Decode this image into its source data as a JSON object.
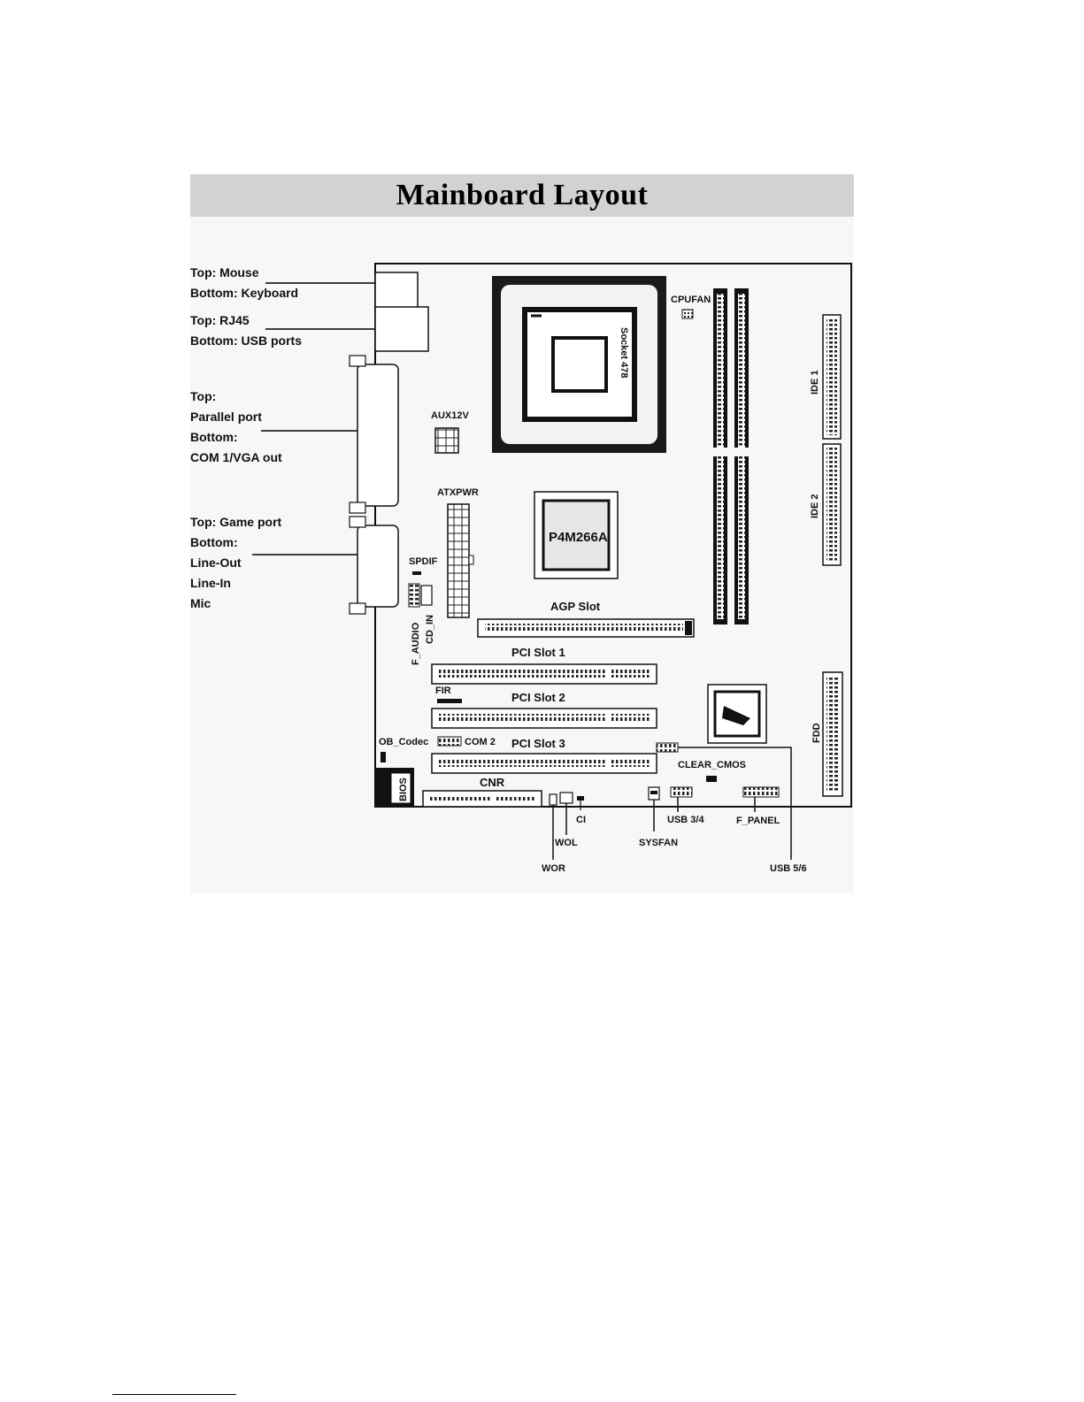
{
  "title": "Mainboard Layout",
  "left_labels": {
    "mouse_kb": [
      "Top: Mouse",
      "Bottom: Keyboard"
    ],
    "rj45_usb": [
      "Top: RJ45",
      "Bottom:  USB ports"
    ],
    "parallel": [
      "Top:",
      "Parallel port",
      "Bottom:",
      "COM 1/VGA out"
    ],
    "game": [
      "Top:  Game port",
      "Bottom:",
      "Line-Out",
      "Line-In",
      "Mic"
    ]
  },
  "board_labels": {
    "cpufan": "CPUFAN",
    "socket": "Socket 478",
    "aux12v": "AUX12V",
    "atxpwr": "ATXPWR",
    "ide1": "IDE 1",
    "ide2": "IDE 2",
    "chip": "P4M266A",
    "spdif": "SPDIF",
    "agp": "AGP Slot",
    "f_audio": "F_AUDIO",
    "cd_in": "CD_IN",
    "pci1": "PCI Slot 1",
    "fir": "FIR",
    "pci2": "PCI Slot 2",
    "fdd": "FDD",
    "ob_codec": "OB_Codec",
    "com2": "COM 2",
    "pci3": "PCI Slot 3",
    "clear_cmos": "CLEAR_CMOS",
    "cnr": "CNR",
    "bios": "BIOS",
    "ci": "CI",
    "usb34": "USB  3/4",
    "f_panel": "F_PANEL",
    "sysfan": "SYSFAN",
    "wol": "WOL",
    "wor": "WOR",
    "usb56": "USB  5/6"
  }
}
